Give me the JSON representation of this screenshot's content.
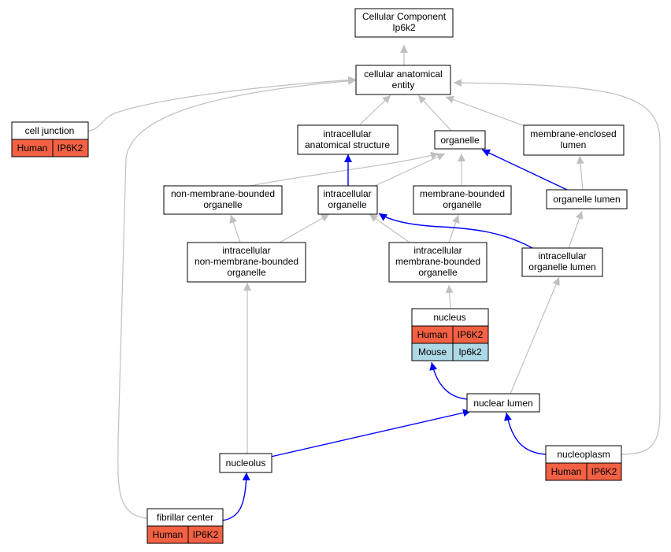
{
  "title_node": {
    "line1": "Cellular Component",
    "line2": "Ip6k2"
  },
  "nodes": {
    "cellular_anatomical_entity": {
      "line1": "cellular anatomical",
      "line2": "entity"
    },
    "cell_junction": {
      "label": "cell junction"
    },
    "intracellular_anatomical_structure": {
      "line1": "intracellular",
      "line2": "anatomical structure"
    },
    "organelle": {
      "label": "organelle"
    },
    "membrane_enclosed_lumen": {
      "line1": "membrane-enclosed",
      "line2": "lumen"
    },
    "non_membrane_bounded_organelle": {
      "line1": "non-membrane-bounded",
      "line2": "organelle"
    },
    "intracellular_organelle": {
      "line1": "intracellular",
      "line2": "organelle"
    },
    "membrane_bounded_organelle": {
      "line1": "membrane-bounded",
      "line2": "organelle"
    },
    "organelle_lumen": {
      "label": "organelle lumen"
    },
    "intracellular_non_membrane_bounded_organelle": {
      "line1": "intracellular",
      "line2": "non-membrane-bounded",
      "line3": "organelle"
    },
    "intracellular_membrane_bounded_organelle": {
      "line1": "intracellular",
      "line2": "membrane-bounded",
      "line3": "organelle"
    },
    "intracellular_organelle_lumen": {
      "line1": "intracellular",
      "line2": "organelle lumen"
    },
    "nucleus": {
      "label": "nucleus"
    },
    "nuclear_lumen": {
      "label": "nuclear lumen"
    },
    "nucleolus": {
      "label": "nucleolus"
    },
    "nucleoplasm": {
      "label": "nucleoplasm"
    },
    "fibrillar_center": {
      "label": "fibrillar center"
    }
  },
  "annotations": {
    "cell_junction": [
      {
        "species": "Human",
        "gene": "IP6K2"
      }
    ],
    "nucleus": [
      {
        "species": "Human",
        "gene": "IP6K2"
      },
      {
        "species": "Mouse",
        "gene": "Ip6k2"
      }
    ],
    "nucleoplasm": [
      {
        "species": "Human",
        "gene": "IP6K2"
      }
    ],
    "fibrillar_center": [
      {
        "species": "Human",
        "gene": "IP6K2"
      }
    ]
  },
  "colors": {
    "human": "#f26144",
    "mouse": "#add8e6",
    "edge_gray": "#c0c0c0",
    "edge_blue": "#0000ff"
  }
}
